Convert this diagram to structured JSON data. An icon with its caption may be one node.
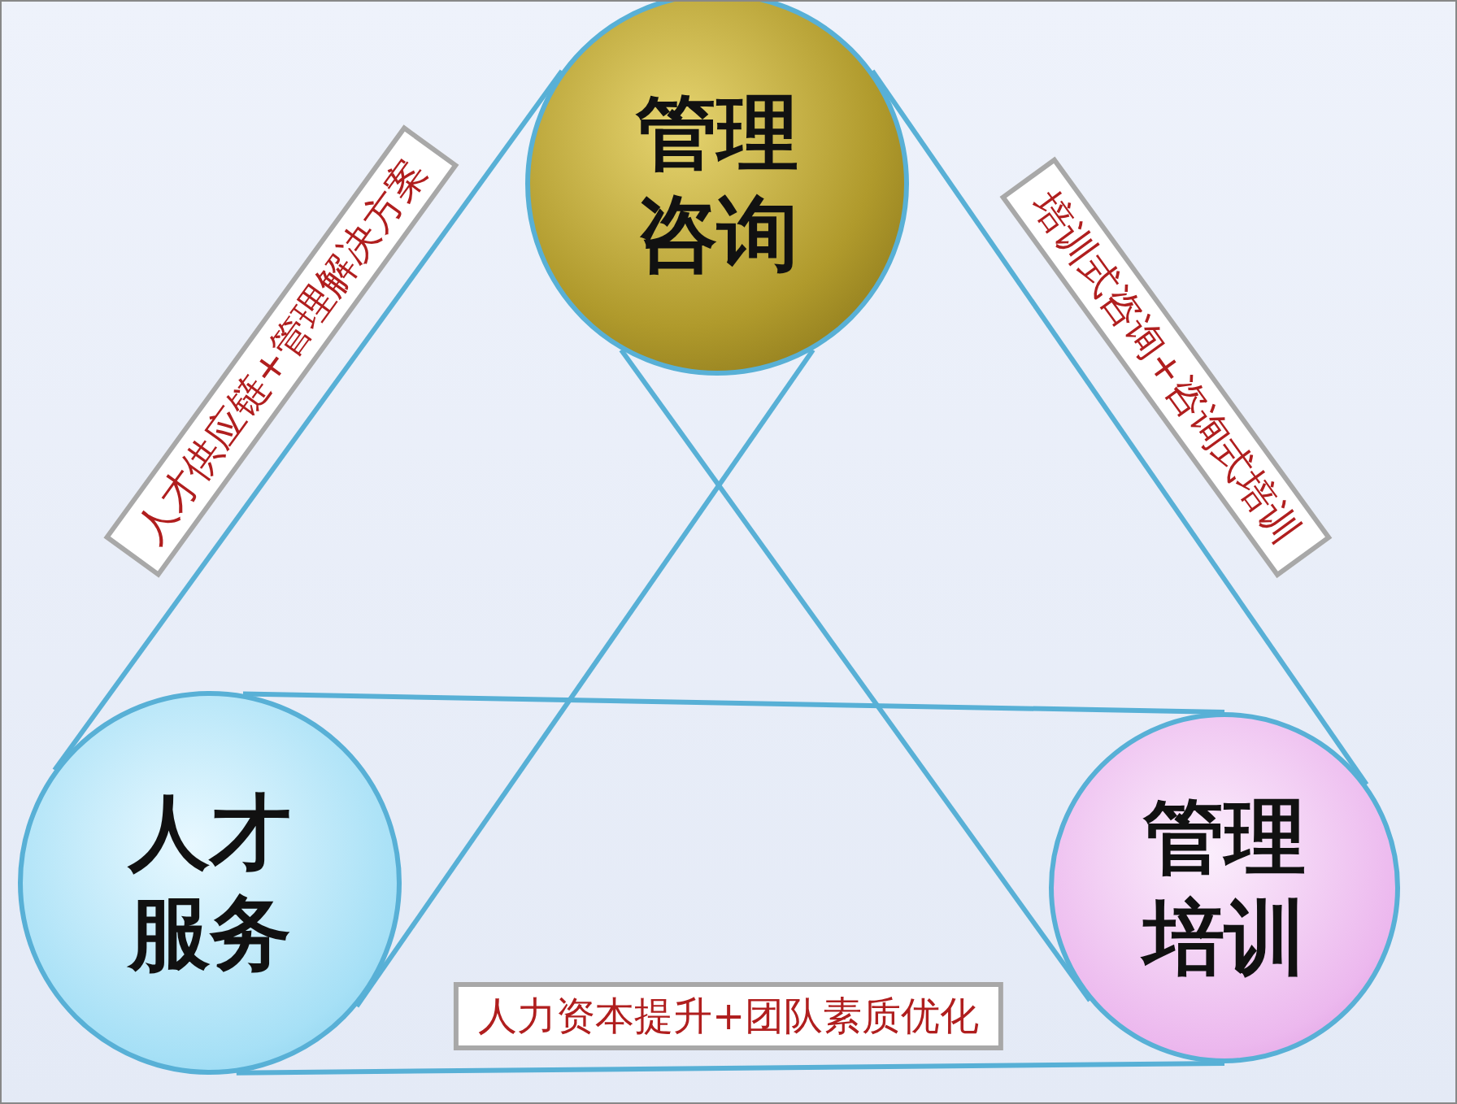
{
  "diagram": {
    "nodes": [
      {
        "text": [
          "管理咨询"
        ]
      },
      {
        "text": [
          "人才服务"
        ]
      },
      {
        "text": [
          "管理培训"
        ]
      }
    ],
    "edges": [
      {
        "from": 0,
        "to": 1,
        "arrow": "none",
        "label": "人才供应链+管理解决方案"
      },
      {
        "from": 0,
        "to": 1,
        "arrow": "none"
      },
      {
        "from": 0,
        "to": 2,
        "arrow": "none",
        "label": "培训式咨询+咨询式培训"
      },
      {
        "from": 0,
        "to": 2,
        "arrow": "none"
      },
      {
        "from": 1,
        "to": 2,
        "arrow": "none"
      },
      {
        "from": 1,
        "to": 2,
        "arrow": "none",
        "label": "人力资本提升+团队素质优化"
      }
    ]
  }
}
